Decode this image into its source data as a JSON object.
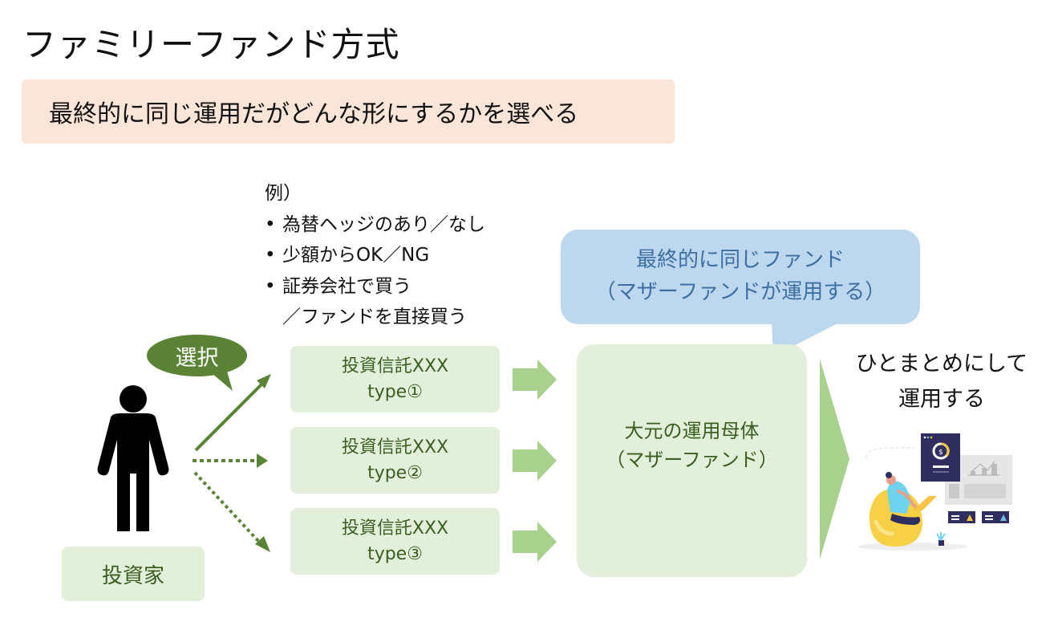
{
  "title": "ファミリーファンド方式",
  "subtitle": "最終的に同じ運用だがどんな形にするかを選べる",
  "examples": {
    "heading": "例）",
    "bullet_glyph": "•",
    "items": [
      "為替ヘッジのあり／なし",
      "少額からOK／NG",
      "証券会社で買う",
      "／ファンドを直接買う"
    ]
  },
  "callout": {
    "line1": "最終的に同じファンド",
    "line2": "（マザーファンドが運用する）"
  },
  "investor": {
    "label": "投資家",
    "speech": "選択",
    "icon": "person-icon"
  },
  "funds": [
    {
      "name": "投資信託XXX",
      "type": "type①",
      "connector": "solid"
    },
    {
      "name": "投資信託XXX",
      "type": "type②",
      "connector": "dotted"
    },
    {
      "name": "投資信託XXX",
      "type": "type③",
      "connector": "dotted"
    }
  ],
  "mother_fund": {
    "line1": "大元の運用母体",
    "line2": "（マザーファンド）",
    "icon": "people-search-icon"
  },
  "result": {
    "line1": "ひとまとめにして",
    "line2": "運用する",
    "illustration": "investor-dashboard-illustration"
  },
  "colors": {
    "title_text": "#111111",
    "subtitle_bg": "#fbe5d8",
    "callout_bg": "#bdd7ee",
    "callout_text": "#3d6fa3",
    "box_bg": "#e2efda",
    "box_text": "#3a5e1f",
    "accent_green": "#5b8336",
    "arrow_light_green": "#a9d18e"
  }
}
